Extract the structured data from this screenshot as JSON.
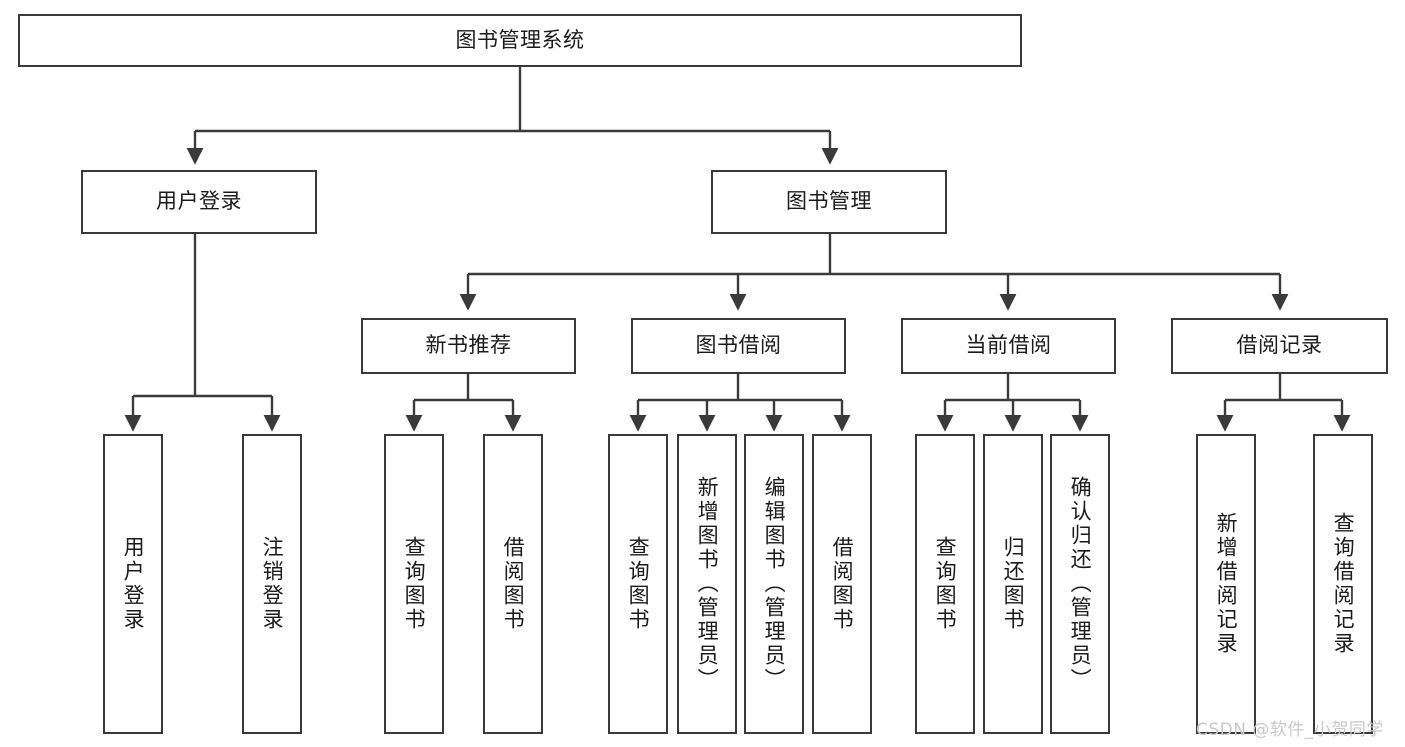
{
  "diagram": {
    "title": "图书管理系统",
    "type": "tree",
    "orientation": "top-down",
    "colors": {
      "box_border": "#3a3a3a",
      "box_fill": "#ffffff",
      "edge": "#3a3a3a",
      "text": "#1b1b1b",
      "watermark": "#c9c9c9",
      "background": "#ffffff"
    },
    "root": {
      "label": "图书管理系统"
    },
    "level2": [
      {
        "label": "用户登录"
      },
      {
        "label": "图书管理"
      }
    ],
    "level3": [
      {
        "label": "新书推荐"
      },
      {
        "label": "图书借阅"
      },
      {
        "label": "当前借阅"
      },
      {
        "label": "借阅记录"
      }
    ],
    "leaves": {
      "user_login": [
        {
          "label": "用户登录"
        },
        {
          "label": "注销登录"
        }
      ],
      "new_book_recommend": [
        {
          "label": "查询图书"
        },
        {
          "label": "借阅图书"
        }
      ],
      "book_borrow": [
        {
          "label": "查询图书"
        },
        {
          "label": "新增图书（管理员）"
        },
        {
          "label": "编辑图书（管理员）"
        },
        {
          "label": "借阅图书"
        }
      ],
      "current_borrow": [
        {
          "label": "查询图书"
        },
        {
          "label": "归还图书"
        },
        {
          "label": "确认归还（管理员）"
        }
      ],
      "borrow_record": [
        {
          "label": "新增借阅记录"
        },
        {
          "label": "查询借阅记录"
        }
      ]
    },
    "watermark": "CSDN @软件_小贺同学"
  }
}
